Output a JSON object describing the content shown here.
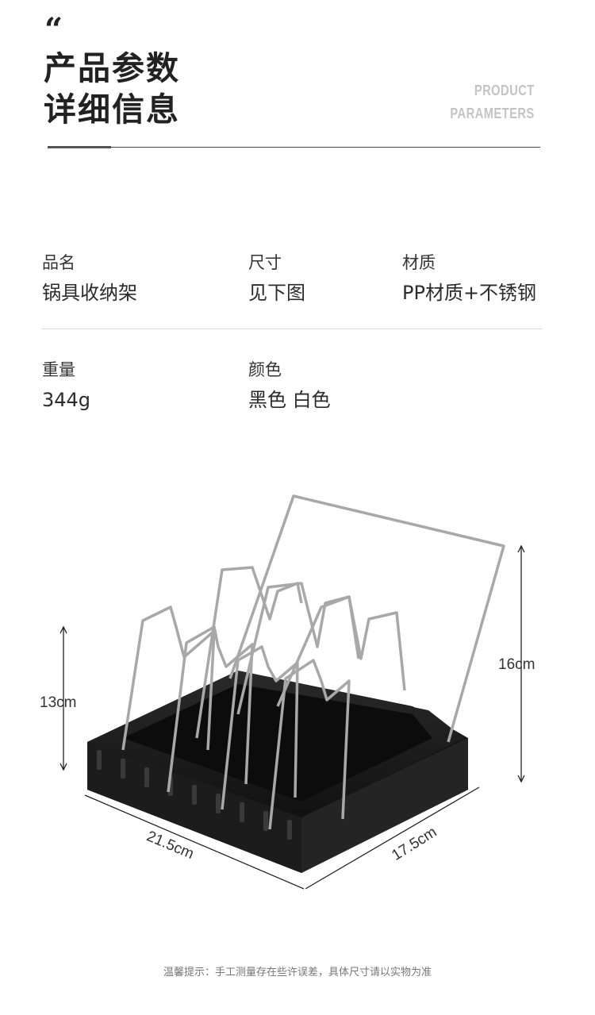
{
  "header": {
    "quote_mark": "“",
    "title_line1": "产品参数",
    "title_line2": "详细信息",
    "en_line1": "PRODUCT",
    "en_line2": "PARAMETERS"
  },
  "params": [
    {
      "label": "品名",
      "value": "锅具收纳架"
    },
    {
      "label": "尺寸",
      "value": "见下图"
    },
    {
      "label": "材质",
      "value": "PP材质+不锈钢"
    },
    {
      "label": "重量",
      "value": "344g"
    },
    {
      "label": "颜色",
      "value": "黑色 白色"
    }
  ],
  "dimensions": {
    "height_left": "13cm",
    "height_right": "16cm",
    "width": "21.5cm",
    "depth": "17.5cm"
  },
  "footer": {
    "note": "温馨提示：手工测量存在些许误差，具体尺寸请以实物为准"
  },
  "colors": {
    "base": "#1a1a1a",
    "wire": "#9a9a9a",
    "divider": "#d9d9d9"
  }
}
